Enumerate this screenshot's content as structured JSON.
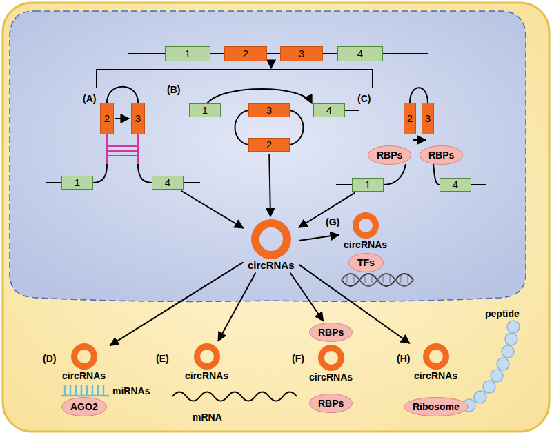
{
  "diagram": {
    "nodes": [
      {
        "text": [
          "1"
        ]
      },
      {
        "text": [
          "2"
        ]
      },
      {
        "text": [
          "3"
        ]
      },
      {
        "text": [
          "4"
        ]
      },
      {
        "text": [
          "2"
        ]
      },
      {
        "text": [
          "3"
        ]
      },
      {
        "text": [
          "1"
        ]
      },
      {
        "text": [
          "4"
        ]
      },
      {
        "text": [
          "1"
        ]
      },
      {
        "text": [
          "3"
        ]
      },
      {
        "text": [
          "4"
        ]
      },
      {
        "text": [
          "2"
        ]
      },
      {
        "text": [
          "2"
        ]
      },
      {
        "text": [
          "3"
        ]
      },
      {
        "text": [
          "RBPs"
        ]
      },
      {
        "text": [
          "RBPs"
        ]
      },
      {
        "text": [
          "1"
        ]
      },
      {
        "text": [
          "4"
        ]
      },
      {
        "text": [
          "circRNAs"
        ]
      },
      {
        "text": [
          "circRNAs"
        ]
      },
      {
        "text": [
          "TFs"
        ]
      },
      {
        "text": [
          "circRNAs"
        ]
      },
      {
        "text": [
          "AGO2"
        ]
      },
      {
        "text": [
          "circRNAs"
        ]
      },
      {
        "text": [
          "RBPs"
        ]
      },
      {
        "text": [
          "circRNAs"
        ]
      },
      {
        "text": [
          "RBPs"
        ]
      },
      {
        "text": [
          "circRNAs"
        ]
      },
      {
        "text": [
          "Ribosome"
        ]
      }
    ],
    "edges": [
      {
        "from": 7,
        "to": 18,
        "arrow": "to"
      },
      {
        "from": 11,
        "to": 18,
        "arrow": "to"
      },
      {
        "from": 16,
        "to": 18,
        "arrow": "to"
      },
      {
        "from": 18,
        "to": 19,
        "arrow": "to"
      },
      {
        "from": 18,
        "to": 21,
        "arrow": "to"
      },
      {
        "from": 18,
        "to": 23,
        "arrow": "to"
      },
      {
        "from": 18,
        "to": 24,
        "arrow": "to"
      },
      {
        "from": 18,
        "to": 27,
        "arrow": "to"
      }
    ],
    "labels": [
      "(A)",
      "(B)",
      "(C)",
      "(G)",
      "(D)",
      "(E)",
      "(F)",
      "(H)",
      "miRNAs",
      "mRNA",
      "peptide"
    ]
  }
}
